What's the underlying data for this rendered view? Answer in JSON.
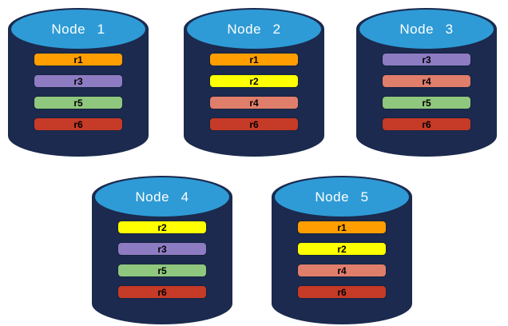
{
  "colors": {
    "cylinder_body": "#1B2A4E",
    "cylinder_top": "#2E9BD6",
    "node_label_color": "#FFFFFF",
    "replica_label_color": "#000000",
    "replica_border": "#17233F"
  },
  "replica_colors": {
    "r1": "#FF9E00",
    "r2": "#FFFF00",
    "r3": "#8E7CC3",
    "r4": "#E07E6C",
    "r5": "#90C77E",
    "r6": "#C63A28"
  },
  "nodes": [
    {
      "label": "Node 1",
      "replicas": [
        "r1",
        "r3",
        "r5",
        "r6"
      ]
    },
    {
      "label": "Node 2",
      "replicas": [
        "r1",
        "r2",
        "r4",
        "r6"
      ]
    },
    {
      "label": "Node 3",
      "replicas": [
        "r3",
        "r4",
        "r5",
        "r6"
      ]
    },
    {
      "label": "Node 4",
      "replicas": [
        "r2",
        "r3",
        "r5",
        "r6"
      ]
    },
    {
      "label": "Node 5",
      "replicas": [
        "r1",
        "r2",
        "r4",
        "r6"
      ]
    }
  ]
}
